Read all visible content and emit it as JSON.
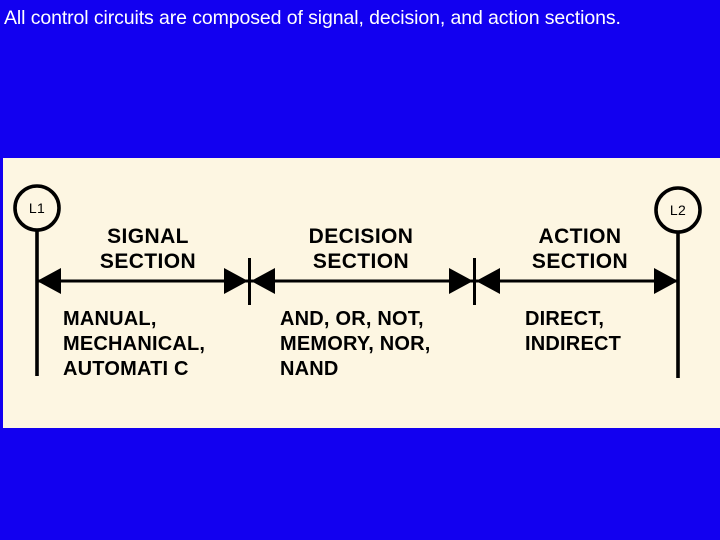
{
  "slide": {
    "background_color": "#1200f0",
    "heading": "All control circuits are composed of signal, decision, and action sections."
  },
  "diagram": {
    "panel_color": "#fdf6e2",
    "line_color": "#000000",
    "nodes": [
      {
        "id": "L1",
        "label": "L1",
        "side": "left"
      },
      {
        "id": "L2",
        "label": "L2",
        "side": "right"
      }
    ],
    "sections": [
      {
        "title_line1": "SIGNAL",
        "title_line2": "SECTION",
        "detail_line1": "MANUAL,",
        "detail_line2": "MECHANICAL,",
        "detail_line3": "AUTOMATI C"
      },
      {
        "title_line1": "DECISION",
        "title_line2": "SECTION",
        "detail_line1": "AND, OR, NOT,",
        "detail_line2": "MEMORY, NOR,",
        "detail_line3": "NAND"
      },
      {
        "title_line1": "ACTION",
        "title_line2": "SECTION",
        "detail_line1": "DIRECT,",
        "detail_line2": "INDIRECT",
        "detail_line3": ""
      }
    ]
  }
}
